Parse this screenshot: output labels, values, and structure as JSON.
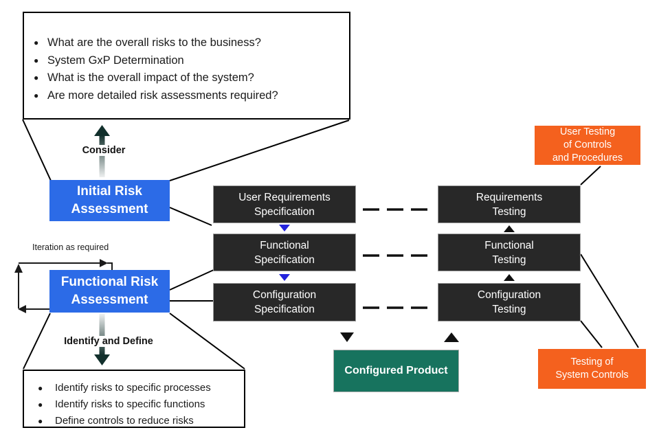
{
  "colors": {
    "accent_blue": "#2c6be7",
    "dark_box": "#282828",
    "orange": "#f4611e",
    "green": "#17735e",
    "flow_triangle_blue": "#2323dd"
  },
  "top_callout": {
    "bullets": [
      "What are the overall risks to the business?",
      "System GxP Determination",
      "What is the overall impact of the system?",
      "Are more detailed risk assessments required?"
    ]
  },
  "left_flow": {
    "consider_label": "Consider",
    "initial_risk_label": "Initial Risk\nAssessment",
    "iteration_label": "Iteration as required",
    "functional_risk_label": "Functional Risk\nAssessment",
    "identify_label": "Identify and Define"
  },
  "bottom_callout": {
    "bullets": [
      "Identify risks to specific processes",
      "Identify risks to specific functions",
      "Define controls to reduce risks"
    ]
  },
  "specification_column": {
    "boxes": [
      "User Requirements\nSpecification",
      "Functional\nSpecification",
      "Configuration\nSpecification"
    ]
  },
  "testing_column": {
    "boxes": [
      "Requirements\nTesting",
      "Functional\nTesting",
      "Configuration\nTesting"
    ]
  },
  "product_box": {
    "label": "Configured Product"
  },
  "side_notes": {
    "user_testing": "User Testing\nof Controls\nand Procedures",
    "system_controls": "Testing of\nSystem Controls"
  }
}
